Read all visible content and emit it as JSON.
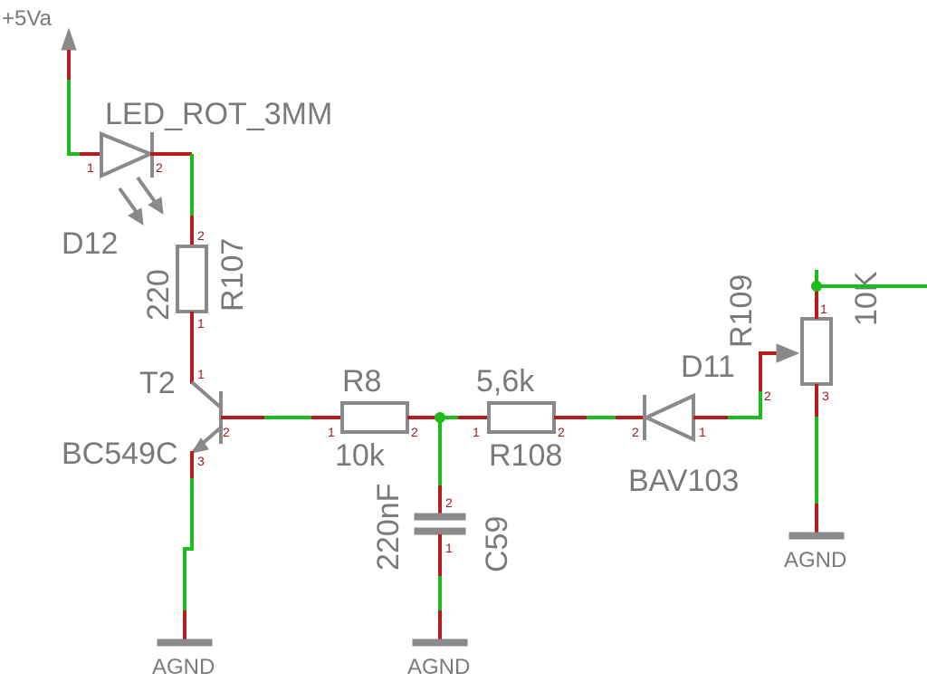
{
  "supply": {
    "label": "+5Va"
  },
  "led": {
    "ref": "D12",
    "value": "LED_ROT_3MM",
    "pin1": "1",
    "pin2": "2"
  },
  "r107": {
    "ref": "R107",
    "value": "220",
    "pin1": "1",
    "pin2": "2"
  },
  "t2": {
    "ref": "T2",
    "value": "BC549C",
    "pin1": "1",
    "pin2": "2",
    "pin3": "3"
  },
  "r8": {
    "ref": "R8",
    "value": "10k",
    "pin1": "1",
    "pin2": "2"
  },
  "r108": {
    "ref": "R108",
    "value": "5,6k",
    "pin1": "1",
    "pin2": "2"
  },
  "c59": {
    "ref": "C59",
    "value": "220nF",
    "pin1": "1",
    "pin2": "2"
  },
  "d11": {
    "ref": "D11",
    "value": "BAV103",
    "pin1": "1",
    "pin2": "2"
  },
  "r109": {
    "ref": "R109",
    "value": "10K",
    "pin1": "1",
    "pin2": "2",
    "pin3": "3"
  },
  "grounds": [
    "AGND",
    "AGND",
    "AGND"
  ],
  "colors": {
    "wire": "#1dbb1d",
    "pin_stub": "#b81b1b",
    "symbol": "#8a8a8a",
    "pin_number": "#a01818"
  }
}
